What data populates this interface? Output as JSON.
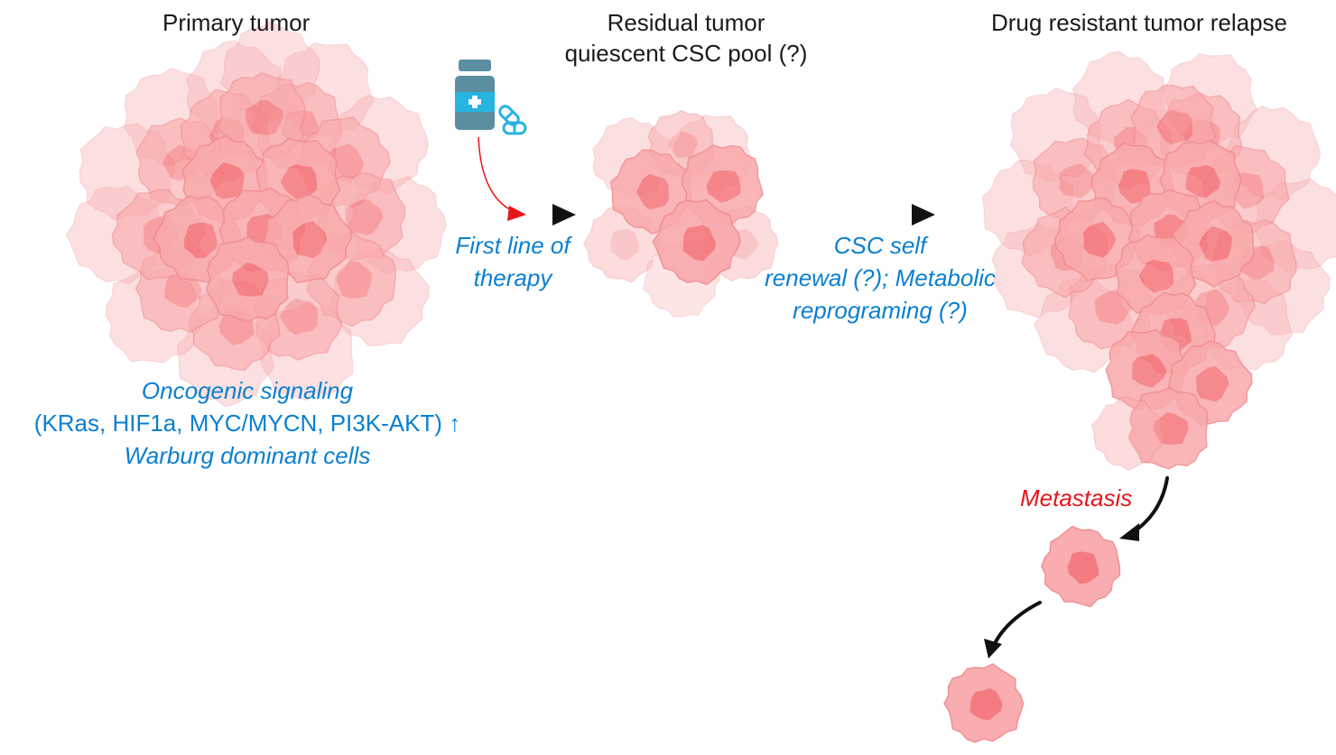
{
  "colors": {
    "cell_outer": "#fbd0d2",
    "cell_body": "#f9a9ac",
    "cell_edge": "#f08b8f",
    "nucleus": "#f4757a",
    "label_blue": "#0a7fd0",
    "label_red": "#e8141b",
    "title_text": "#1a1a1a",
    "drug_bottle": "#5b8ea0",
    "drug_label": "#27b4e0",
    "arrow": "#111111",
    "arrow_red": "#e8141b"
  },
  "stages": {
    "primary": {
      "title": "Primary tumor"
    },
    "residual": {
      "title_line1": "Residual tumor",
      "title_line2": "quiescent CSC pool (?)"
    },
    "relapse": {
      "title": "Drug resistant tumor relapse"
    }
  },
  "notes": {
    "therapy": {
      "line1": "First line of",
      "line2": "therapy"
    },
    "csc": {
      "line1": "CSC self",
      "line2": "renewal (?); Metabolic",
      "line3": "reprograming (?)"
    },
    "oncogenic": {
      "line1": "Oncogenic signaling",
      "line2": "(KRas, HIF1a, MYC/MYCN,  PI3K-AKT)",
      "arrow": "↑",
      "line3": "Warburg dominant cells"
    },
    "metastasis": "Metastasis"
  },
  "icons": {
    "drug": "medicine-bottle-and-capsules",
    "arrows": [
      "therapy-arrow",
      "csc-progression-arrow",
      "metastasis-arrow-1",
      "metastasis-arrow-2"
    ]
  }
}
